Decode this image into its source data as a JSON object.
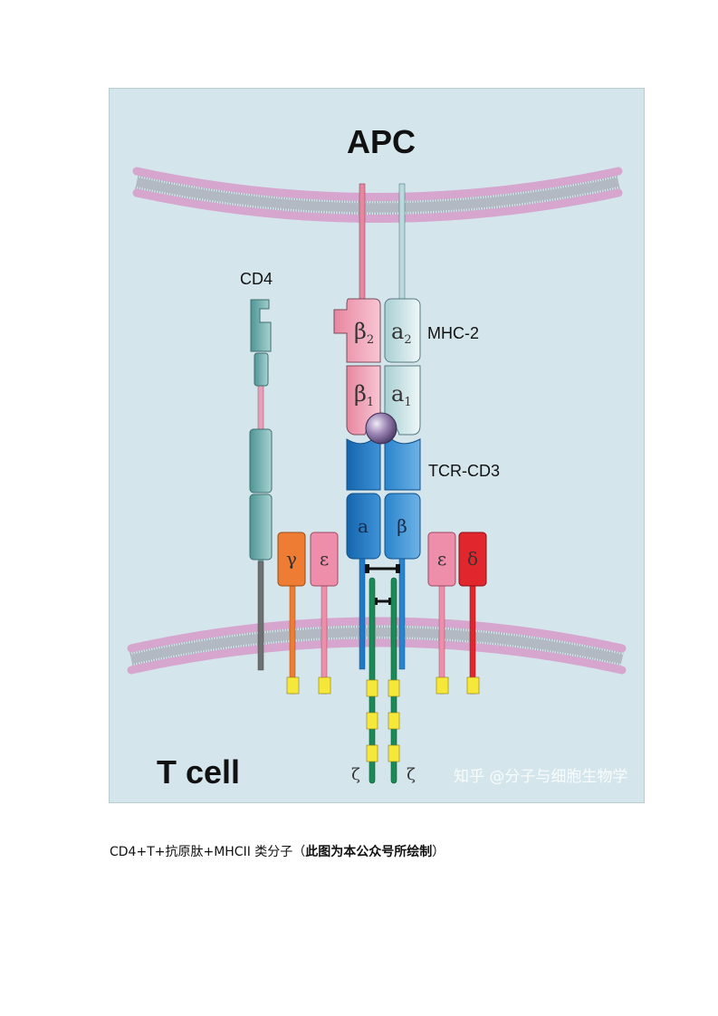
{
  "labels": {
    "apc": "APC",
    "t_cell": "T cell",
    "cd4": "CD4",
    "mhc": "MHC-2",
    "tcr": "TCR-CD3",
    "beta2": "β",
    "beta2_sub": "2",
    "alpha2": "a",
    "alpha2_sub": "2",
    "beta1": "β",
    "beta1_sub": "1",
    "alpha1": "a",
    "alpha1_sub": "1",
    "tcr_alpha": "a",
    "tcr_beta": "β",
    "gamma": "γ",
    "epsilon_left": "ε",
    "epsilon_right": "ε",
    "delta": "δ",
    "zeta_left": "ζ",
    "zeta_right": "ζ"
  },
  "watermark": "知乎 @分子与细胞生物学",
  "caption": {
    "prefix": "CD4+T+抗原肽+MHCII 类分子（",
    "bold": "此图为本公众号所绘制",
    "suffix": "）"
  },
  "colors": {
    "background": "#d4e6ec",
    "membrane_head": "#d6a6cf",
    "mhc_beta": "#ef9fb7",
    "mhc_alpha": "#cfe4e7",
    "tcr": "#1f79c4",
    "cd4": "#73b1b2",
    "gamma": "#ee7c32",
    "epsilon": "#ee8eaa",
    "delta": "#e1262e",
    "zeta": "#1a8a56",
    "itam": "#f5e83a"
  }
}
